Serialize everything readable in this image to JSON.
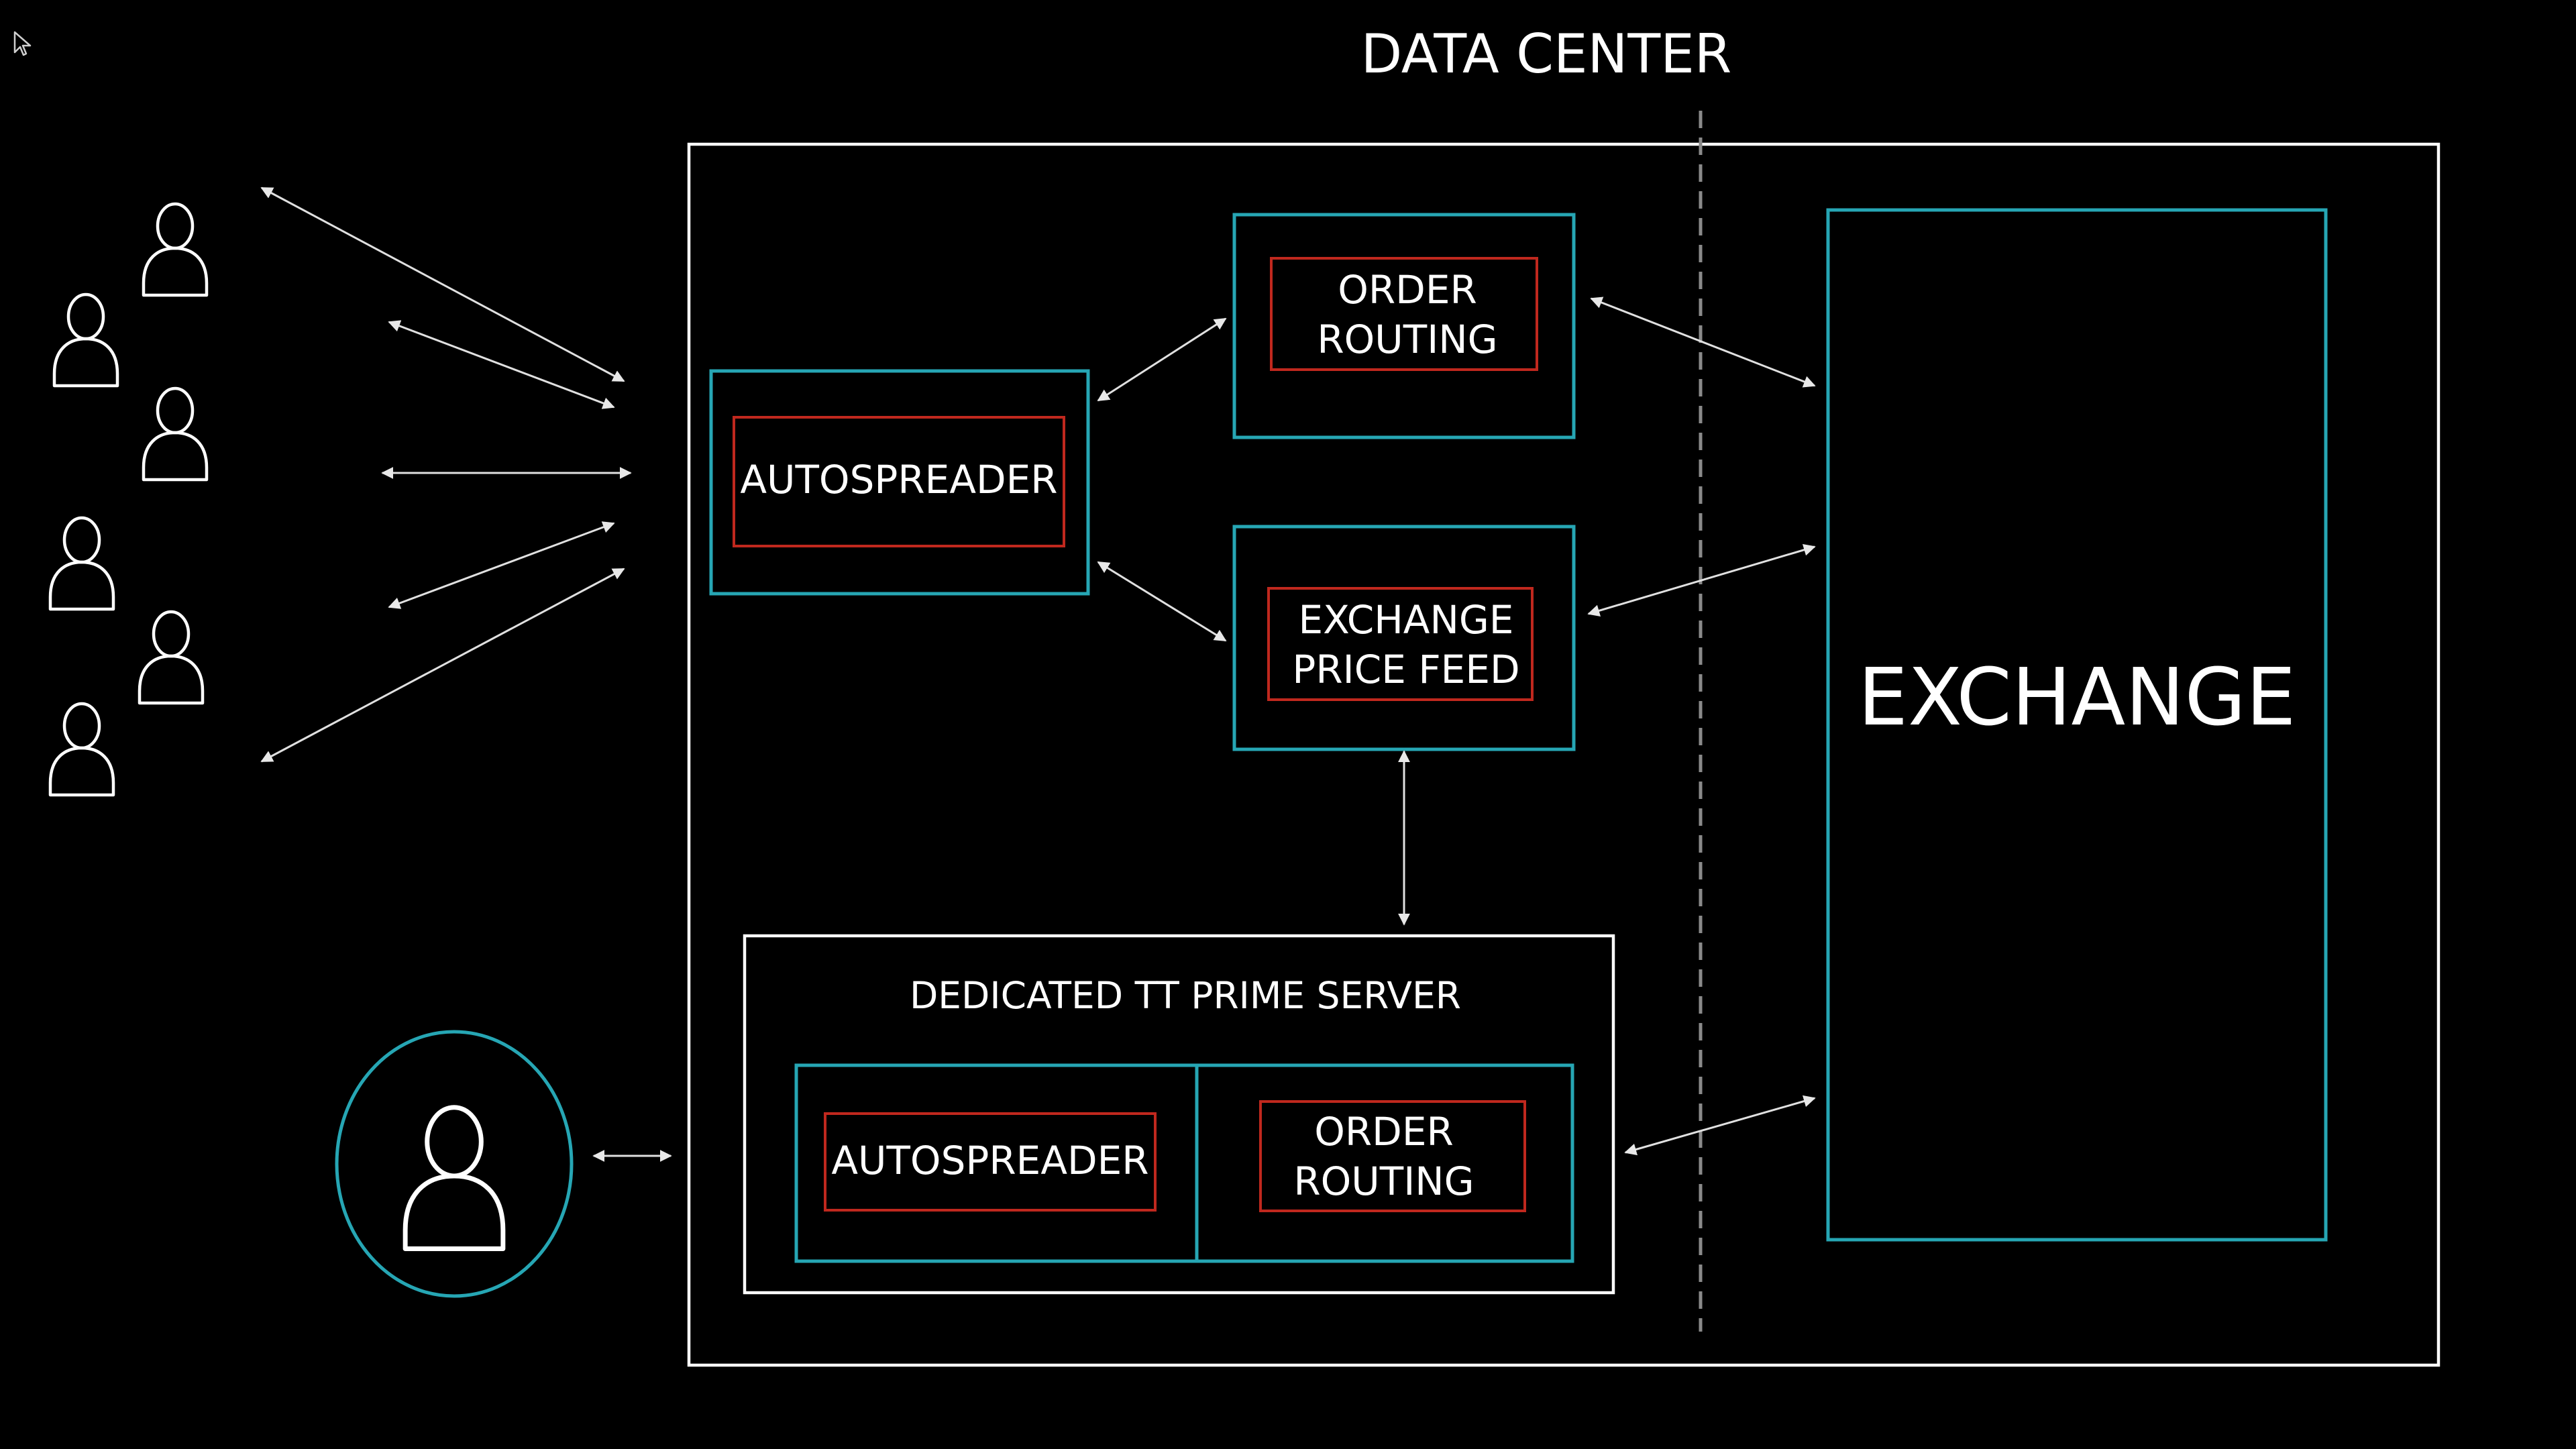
{
  "diagram": {
    "title": "DATA CENTER",
    "exchange": "EXCHANGE",
    "autospreader": "AUTOSPREADER",
    "order_routing": {
      "line1": "ORDER",
      "line2": "ROUTING"
    },
    "price_feed": {
      "line1": "EXCHANGE",
      "line2": "PRICE FEED"
    },
    "server": {
      "title": "DEDICATED TT PRIME SERVER",
      "autospreader": "AUTOSPREADER",
      "order_routing": {
        "line1": "ORDER",
        "line2": "ROUTING"
      }
    }
  },
  "colors": {
    "background": "#000000",
    "outline": "#ffffff",
    "component_border": "#26a6b4",
    "module_border": "#c0281e",
    "arrow": "#e0e0e0",
    "divider": "#8a8a8a"
  },
  "icons": {
    "users": "user-icon",
    "cursor": "mouse-cursor-icon"
  }
}
